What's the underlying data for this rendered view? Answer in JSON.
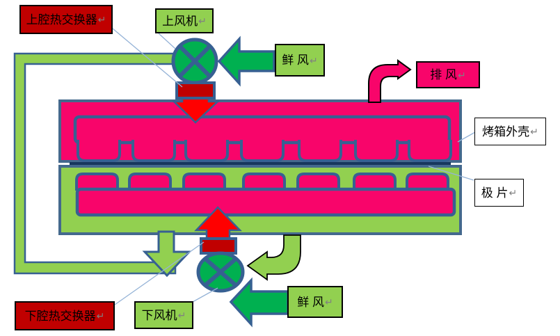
{
  "diagram": {
    "return_mark": "↵",
    "labels": {
      "upper_hx": "上腔热交换器",
      "upper_fan": "上风机",
      "fresh_air_top": "鲜 风",
      "exhaust": "排 风",
      "oven_shell": "烤箱外壳",
      "pole_piece": "极 片",
      "lower_hx": "下腔热交换器",
      "lower_fan": "下风机",
      "fresh_air_bottom": "鲜 风"
    },
    "icons": {
      "upper_fan": "fan-cross-icon",
      "lower_fan": "fan-cross-icon"
    },
    "colors": {
      "oven_pink": "#F8056A",
      "light_green": "#92D050",
      "dark_green": "#00B050",
      "dark_red": "#C00000",
      "arrow_red": "#FF0000",
      "steel_blue_stroke": "#376092",
      "shell_stroke": "#44698D",
      "pole_piece_navy": "#17375E",
      "leader_line_blue": "#95B3D7",
      "label_border": "#000000"
    }
  }
}
